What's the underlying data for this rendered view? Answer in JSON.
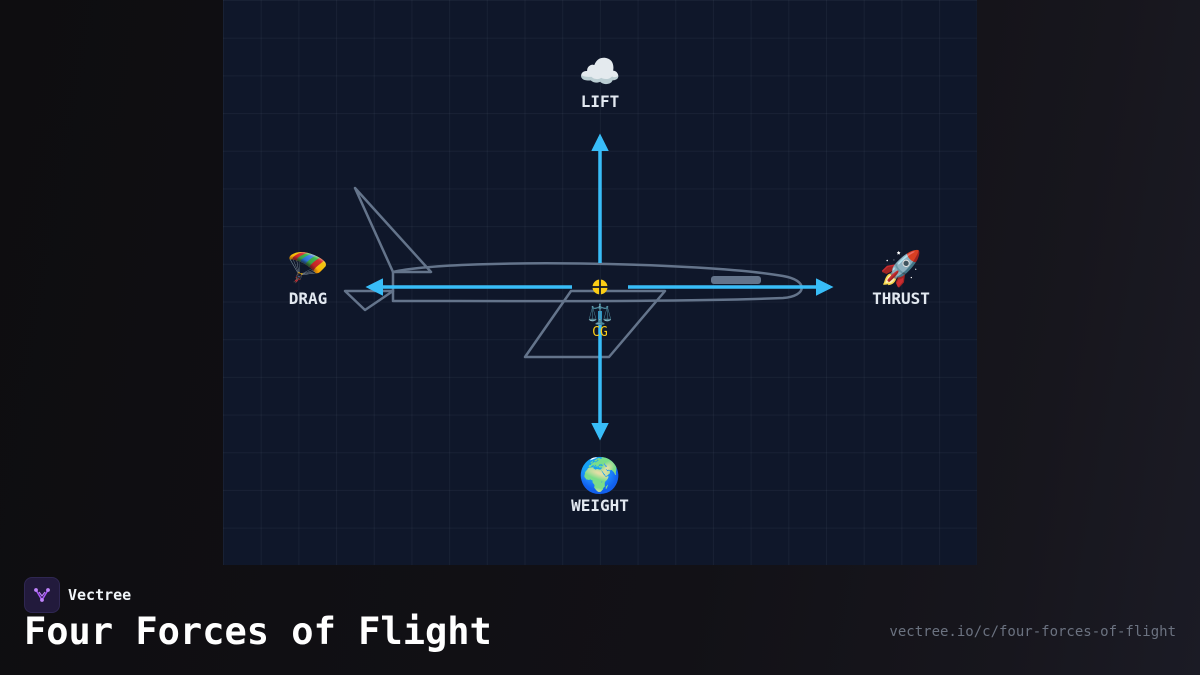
{
  "diagram": {
    "forces": {
      "lift": {
        "label": "LIFT",
        "icon": "cloud-icon",
        "emoji": "☁️"
      },
      "thrust": {
        "label": "THRUST",
        "icon": "rocket-icon",
        "emoji": "🚀"
      },
      "drag": {
        "label": "DRAG",
        "icon": "parachute-icon",
        "emoji": "🪂"
      },
      "weight": {
        "label": "WEIGHT",
        "icon": "earth-globe-icon",
        "emoji": "🌍"
      }
    },
    "center_of_gravity": {
      "label": "CG",
      "icon": "balance-scale-icon",
      "emoji": "⚖️"
    },
    "colors": {
      "arrow": "#38bdf8",
      "airplane_outline": "#64748b",
      "cg_marker": "#facc15",
      "background": "#0f172a"
    }
  },
  "footer": {
    "brand_name": "Vectree",
    "title": "Four Forces of Flight",
    "url": "vectree.io/c/four-forces-of-flight"
  }
}
